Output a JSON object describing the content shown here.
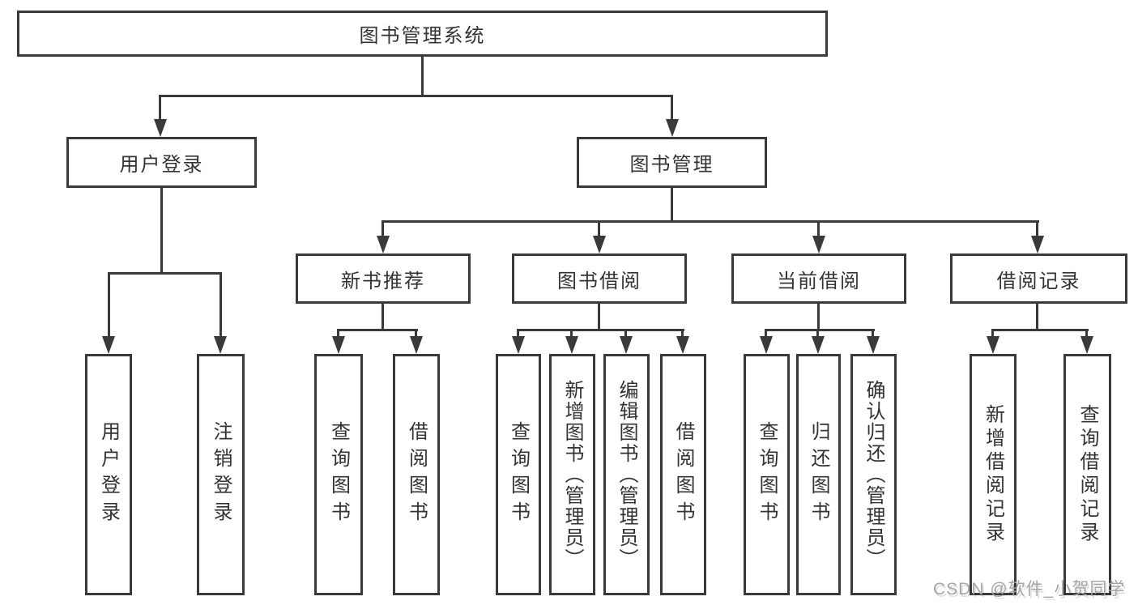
{
  "diagram": {
    "root": {
      "label": "图书管理系统"
    },
    "branches": [
      {
        "label": "用户登录",
        "children": [
          {
            "label": "用户登录"
          },
          {
            "label": "注销登录"
          }
        ]
      },
      {
        "label": "图书管理",
        "children": [
          {
            "label": "新书推荐",
            "children": [
              {
                "label": "查询图书"
              },
              {
                "label": "借阅图书"
              }
            ]
          },
          {
            "label": "图书借阅",
            "children": [
              {
                "label": "查询图书"
              },
              {
                "label": "新增图书（管理员）"
              },
              {
                "label": "编辑图书（管理员）"
              },
              {
                "label": "借阅图书"
              }
            ]
          },
          {
            "label": "当前借阅",
            "children": [
              {
                "label": "查询图书"
              },
              {
                "label": "归还图书"
              },
              {
                "label": "确认归还（管理员）"
              }
            ]
          },
          {
            "label": "借阅记录",
            "children": [
              {
                "label": "新增借阅记录"
              },
              {
                "label": "查询借阅记录"
              }
            ]
          }
        ]
      }
    ]
  },
  "watermark": {
    "text": "CSDN @软件_小贺同学"
  },
  "colors": {
    "line": "#3A3A3A",
    "text": "#333333",
    "watermark": "#A6A6A6",
    "background": "#FFFFFF"
  }
}
